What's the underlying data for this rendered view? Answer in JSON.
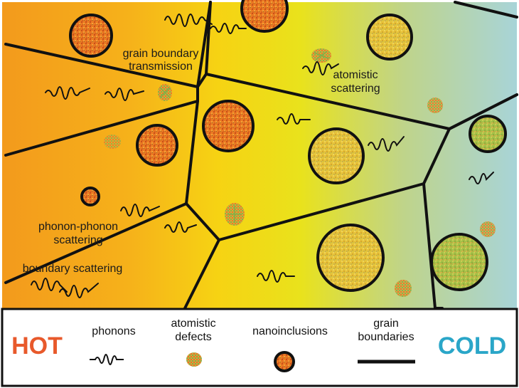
{
  "diagram": {
    "labels": {
      "grain_boundary_transmission": [
        "grain boundary",
        "transmission"
      ],
      "atomistic_scattering": [
        "atomistic",
        "scattering"
      ],
      "phonon_phonon_scattering": [
        "phonon-phonon",
        "scattering"
      ],
      "boundary_scattering": [
        "boundary scattering"
      ]
    }
  },
  "legend": {
    "hot_label": "HOT",
    "cold_label": "COLD",
    "phonons": "phonons",
    "atomistic_defects": [
      "atomistic",
      "defects"
    ],
    "nanoinclusions": "nanoinclusions",
    "grain_boundaries": [
      "grain",
      "boundaries"
    ]
  },
  "colors": {
    "hot": "#e8592b",
    "cold": "#2aa6c8",
    "gradient": [
      "#f39a1c",
      "#f6c613",
      "#eedc15",
      "#bcd487",
      "#a8d2d6"
    ]
  }
}
